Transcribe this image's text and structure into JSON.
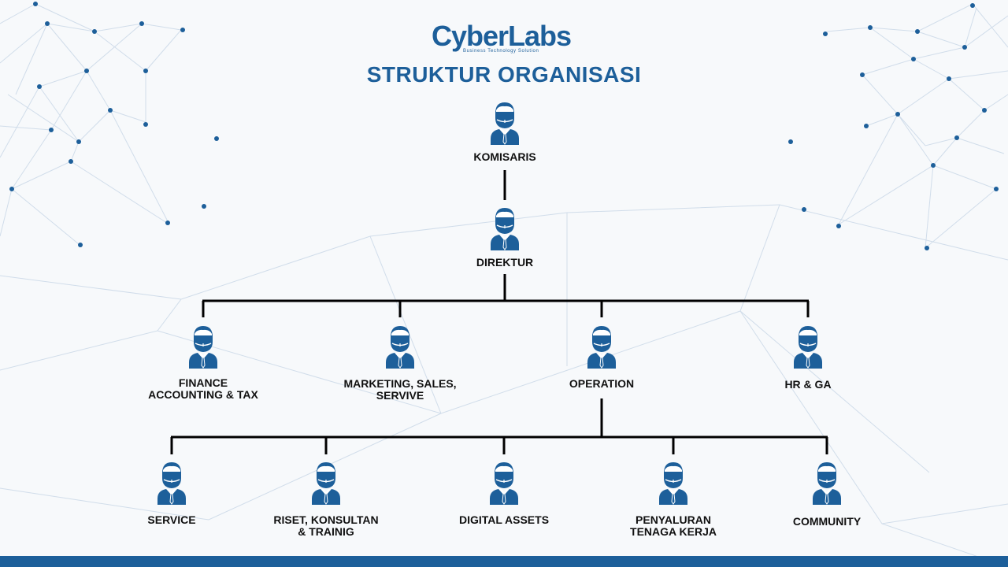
{
  "brand": {
    "name": "CyberLabs",
    "tagline": "Business Technology Solution",
    "color": "#1d5f9a"
  },
  "title": "STRUKTUR ORGANISASI",
  "org": {
    "top": [
      {
        "id": "komisaris",
        "label": "KOMISARIS",
        "icon": "person-icon"
      },
      {
        "id": "direktur",
        "label": "DIREKTUR",
        "icon": "person-icon"
      }
    ],
    "departments": [
      {
        "id": "finance",
        "label": "FINANCE\nACCOUNTING & TAX",
        "icon": "person-icon"
      },
      {
        "id": "marketing",
        "label": "MARKETING, SALES,\nSERVIVE",
        "icon": "person-icon"
      },
      {
        "id": "operation",
        "label": "OPERATION",
        "icon": "person-icon"
      },
      {
        "id": "hr-ga",
        "label": "HR & GA",
        "icon": "person-icon"
      }
    ],
    "operation_units": [
      {
        "id": "service",
        "label": "SERVICE",
        "icon": "person-icon"
      },
      {
        "id": "riset",
        "label": "RISET, KONSULTAN\n& TRAINIG",
        "icon": "person-icon"
      },
      {
        "id": "digital-assets",
        "label": "DIGITAL ASSETS",
        "icon": "person-icon"
      },
      {
        "id": "penyaluran",
        "label": "PENYALURAN\nTENAGA KERJA",
        "icon": "person-icon"
      },
      {
        "id": "community",
        "label": "COMMUNITY",
        "icon": "person-icon"
      }
    ]
  },
  "colors": {
    "icon": "#1d5f9a",
    "line": "#000000",
    "bar": "#1d5f9a"
  }
}
